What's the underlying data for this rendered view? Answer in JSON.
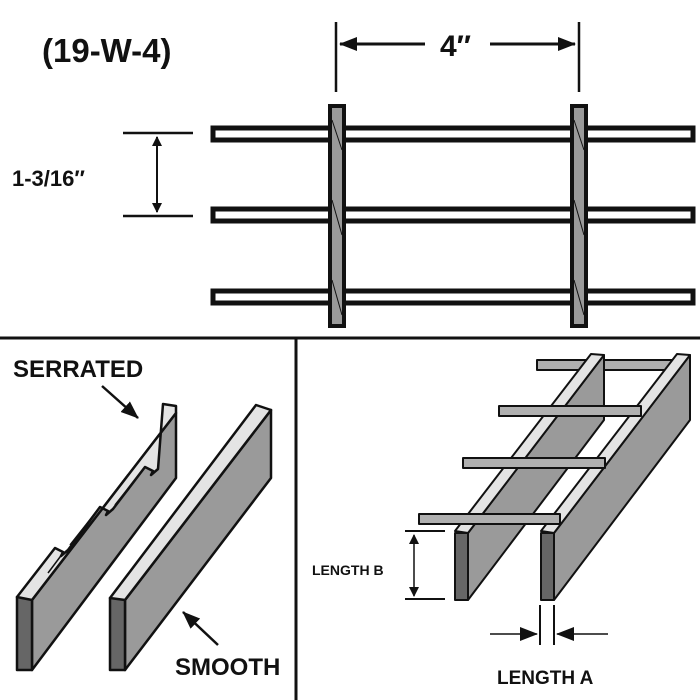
{
  "title": "(19-W-4)",
  "dimensions": {
    "bar_spacing": "4″",
    "bar_height": "1-3/16″"
  },
  "bar_types": {
    "serrated": "SERRATED",
    "smooth": "SMOOTH"
  },
  "isometric": {
    "length_b": "LENGTH B",
    "length_a": "LENGTH A"
  },
  "colors": {
    "outline": "#111111",
    "bar_face": "#9a9a9a",
    "bar_end": "#666666",
    "bar_top": "#e4e4e4"
  }
}
